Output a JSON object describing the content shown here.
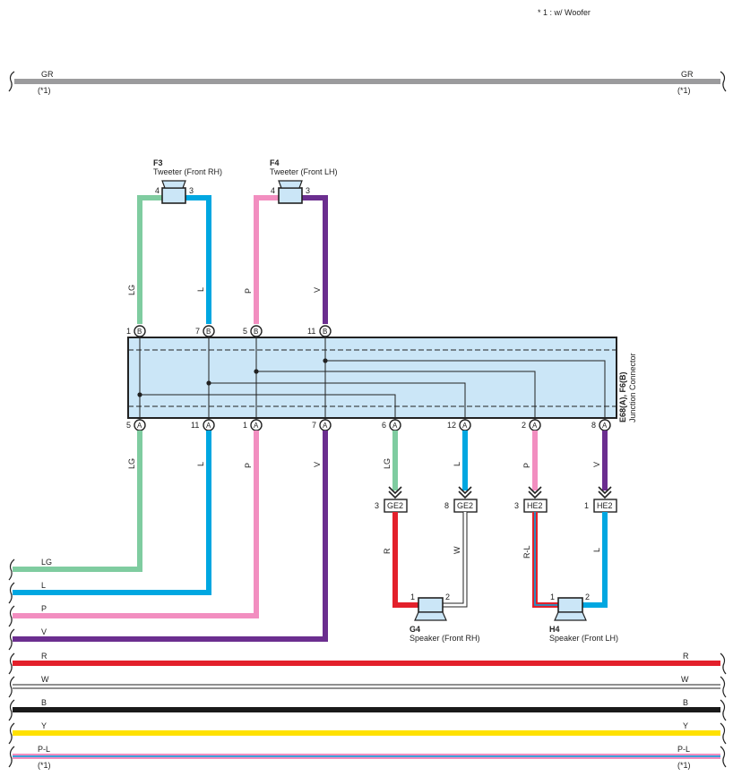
{
  "note": "* 1 : w/ Woofer",
  "top_wire": {
    "label": "GR",
    "note": "(*1)"
  },
  "tweeters": [
    {
      "id": "F3",
      "name": "Tweeter (Front RH)",
      "pins": [
        "4",
        "3"
      ]
    },
    {
      "id": "F4",
      "name": "Tweeter (Front LH)",
      "pins": [
        "4",
        "3"
      ]
    }
  ],
  "junction": {
    "id": "E68(A), F6(B)",
    "name": "Junction Connector",
    "tag_a": "A",
    "tag_b": "B"
  },
  "upper_pins": [
    "1",
    "7",
    "5",
    "11"
  ],
  "lower_pins": [
    "5",
    "11",
    "1",
    "7",
    "6",
    "12",
    "2",
    "8"
  ],
  "wire_labels": {
    "tweeter": [
      "LG",
      "L",
      "P",
      "V"
    ],
    "lower_left": [
      "LG",
      "L",
      "P",
      "V"
    ],
    "lower_right": [
      "LG",
      "L",
      "P",
      "V"
    ],
    "speaker": [
      "R",
      "W",
      "R-L",
      "L"
    ]
  },
  "connectors": [
    {
      "pin": "3",
      "name": "GE2"
    },
    {
      "pin": "8",
      "name": "GE2"
    },
    {
      "pin": "3",
      "name": "HE2"
    },
    {
      "pin": "1",
      "name": "HE2"
    }
  ],
  "speakers": [
    {
      "id": "G4",
      "name": "Speaker (Front RH)",
      "pins": [
        "1",
        "2"
      ]
    },
    {
      "id": "H4",
      "name": "Speaker (Front LH)",
      "pins": [
        "1",
        "2"
      ]
    }
  ],
  "left_wires": [
    "LG",
    "L",
    "P",
    "V"
  ],
  "bus_wires": [
    {
      "label": "R",
      "color": "#e3202b"
    },
    {
      "label": "W",
      "color": "#ffffff"
    },
    {
      "label": "B",
      "color": "#1a1a1a"
    },
    {
      "label": "Y",
      "color": "#ffe100"
    },
    {
      "label": "P-L",
      "color": "#f28ec0"
    }
  ],
  "bottom_note": "(*1)",
  "colors": {
    "GR": "#9b9b9d",
    "LG": "#7fcca0",
    "L": "#00a7e1",
    "P": "#f28ec0",
    "V": "#6b2e8f",
    "R": "#e3202b",
    "W": "#ffffff",
    "B": "#1a1a1a",
    "Y": "#ffe100",
    "junction_fill": "#cbe6f7"
  }
}
